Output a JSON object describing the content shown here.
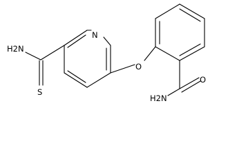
{
  "molecule": {
    "atoms": {
      "thioamide_amine": "H2N",
      "thioamide_sulfur": "S",
      "pyridine_nitrogen": "N",
      "ether_oxygen": "O",
      "amide_oxygen": "O",
      "amide_amine": "H2N"
    }
  },
  "colors": {
    "bond": "#000000",
    "label": "#000000",
    "background": "#ffffff"
  }
}
